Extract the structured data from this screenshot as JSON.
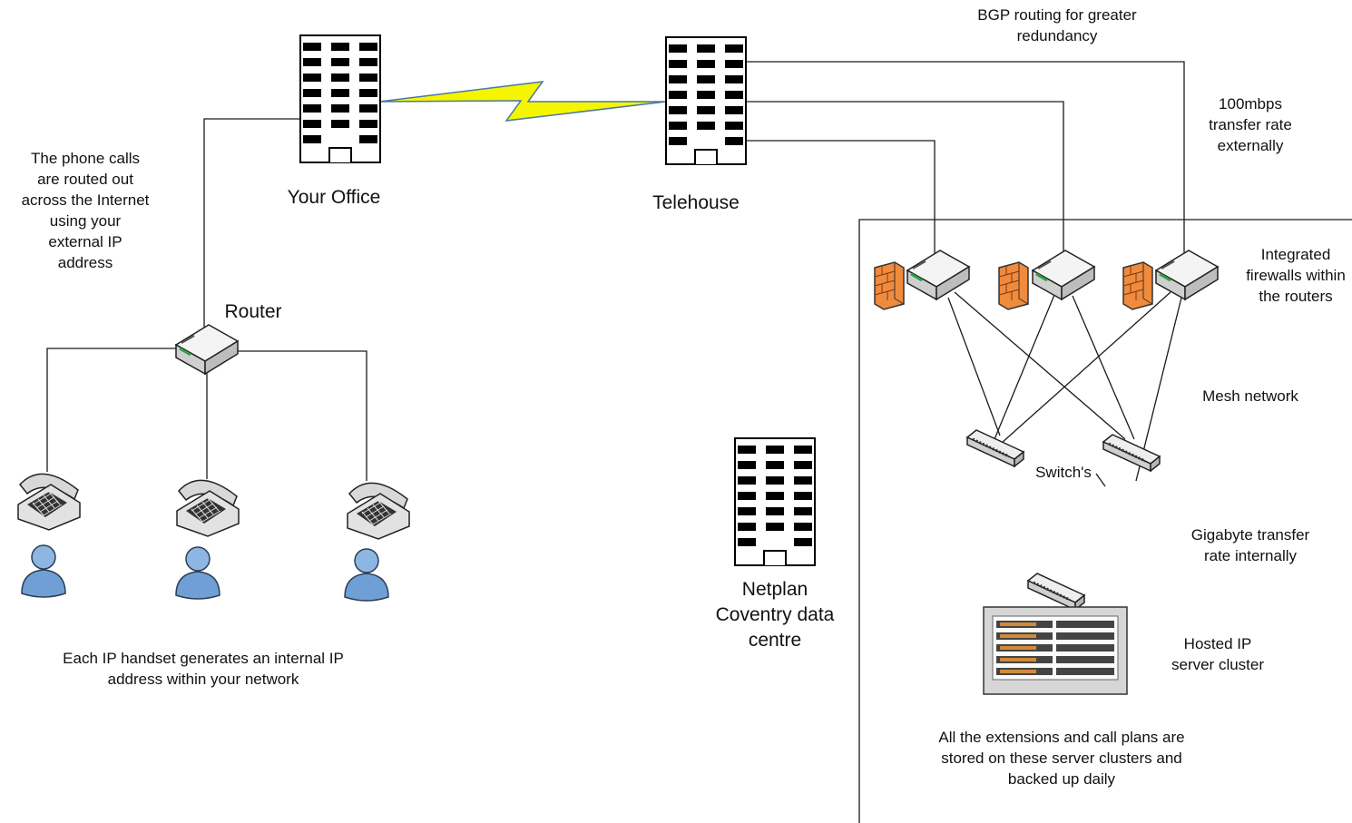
{
  "labels": {
    "your_office": "Your Office",
    "telehouse": "Telehouse",
    "router": "Router",
    "phone_calls_note": "The phone calls\nare routed out\nacross the Internet\nusing your\nexternal IP\naddress",
    "bgp_note": "BGP routing for greater\nredundancy",
    "transfer_external": "100mbps\ntransfer rate\nexternally",
    "firewalls_note": "Integrated\nfirewalls within\nthe routers",
    "mesh_network": "Mesh network",
    "switches": "Switch's",
    "gigabyte_note": "Gigabyte transfer\nrate internally",
    "hosted_cluster": "Hosted IP\nserver cluster",
    "netplan_dc": "Netplan\nCoventry data\ncentre",
    "handset_note": "Each IP handset generates an internal IP\naddress within your network",
    "storage_note": "All the extensions and call plans are\nstored on these server clusters and\nbacked up daily"
  },
  "colors": {
    "line": "#1a1a1a",
    "building": "#000000",
    "lightning": "#f5f500",
    "lightning_edge": "#4a78a8",
    "firewall": "#f0883a",
    "user": "#7aa6d6",
    "device": "#e6e6e6"
  },
  "icons": [
    "building-icon",
    "router-icon",
    "firewall-icon",
    "switch-icon",
    "phone-icon",
    "user-icon",
    "server-rack-icon",
    "lightning-link-icon"
  ]
}
